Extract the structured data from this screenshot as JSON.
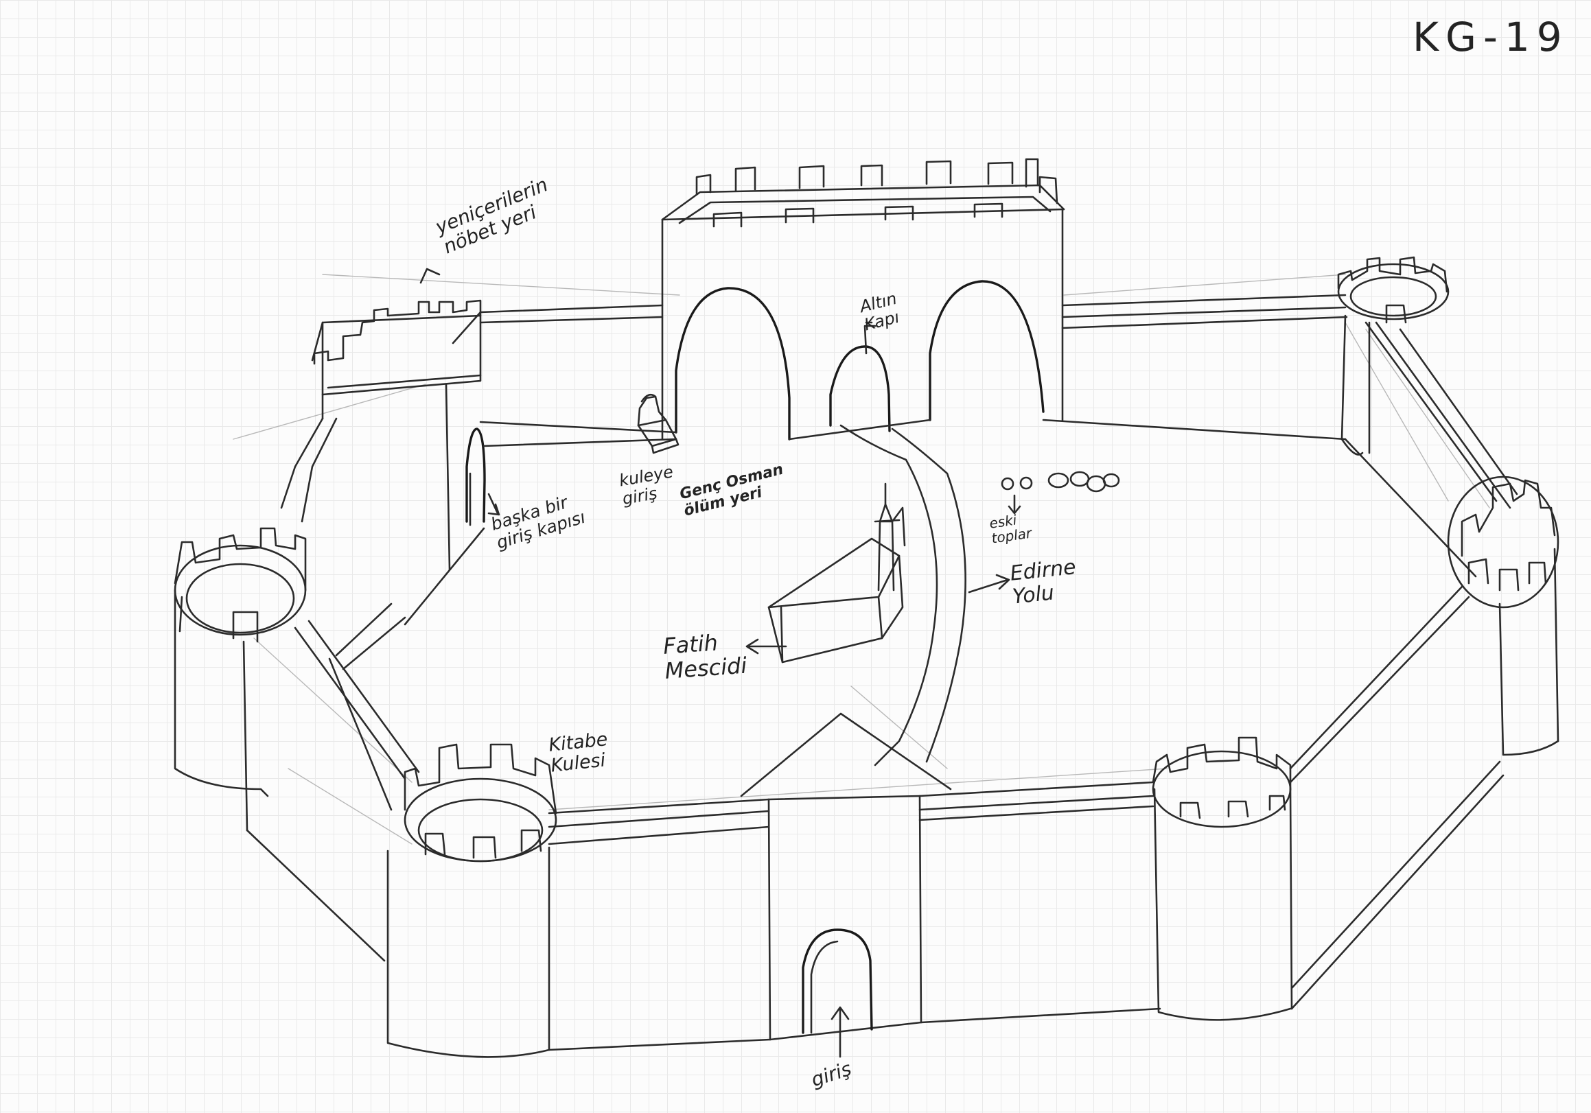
{
  "code": "KG-19",
  "labels": {
    "guard_post": "yeniçerilerin\nnöbet yeri",
    "altin_kapi": "Altın\nKapı",
    "hidden_entrance": "başka bir\ngiriş kapısı",
    "tower_entrance": "kuleye\ngiriş",
    "death_place": "Genç Osman\nölüm yeri",
    "old_cannons": "eski\ntoplar",
    "edirne_road": "Edirne\nYolu",
    "fatih_mescidi": "Fatih\nMescidi",
    "kitabe_kulesi": "Kitabe\nKulesi",
    "entrance": "giriş"
  }
}
